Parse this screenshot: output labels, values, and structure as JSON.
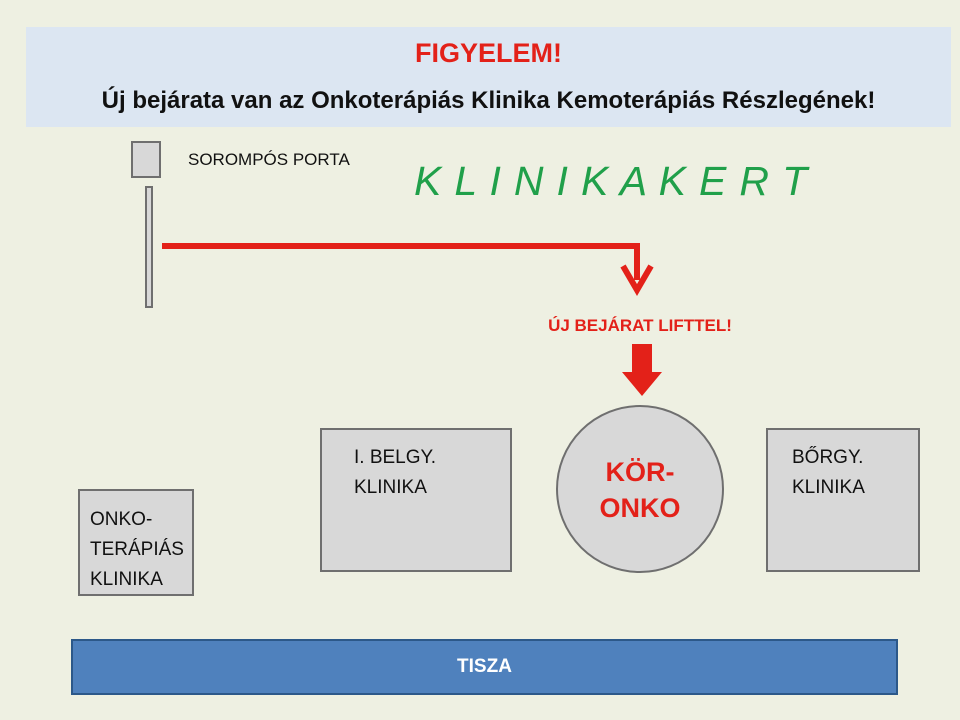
{
  "banner": {
    "warning": "FIGYELEM!",
    "notice": "Új bejárata van az Onkoterápiás Klinika Kemoterápiás Részlegének!"
  },
  "guard": {
    "label": "SOROMPÓS PORTA"
  },
  "garden": {
    "label": "K L I N I K A K E R T"
  },
  "entrance": {
    "label": "ÚJ BEJÁRAT LIFTTEL!"
  },
  "buildings": {
    "onko": {
      "lines": [
        "ONKO-",
        "TERÁPIÁS",
        "KLINIKA"
      ]
    },
    "belgy": {
      "lines": [
        "I. BELGY.",
        "KLINIKA"
      ]
    },
    "kor_onko": {
      "lines": [
        "KÖR-",
        "ONKO"
      ]
    },
    "borgy": {
      "lines": [
        "BŐRGY.",
        "KLINIKA"
      ]
    }
  },
  "river": {
    "label": "TISZA"
  },
  "colors": {
    "warning_red": "#e32119",
    "garden_green": "#20a04a",
    "banner_bg": "#dce6f2",
    "building_fill": "#d8d8d8",
    "river_blue": "#4f81bd"
  }
}
